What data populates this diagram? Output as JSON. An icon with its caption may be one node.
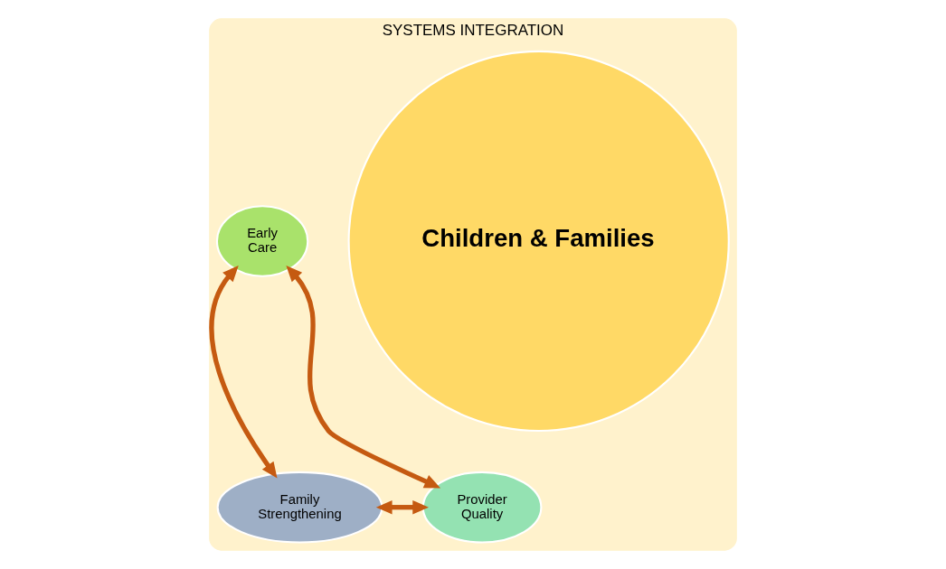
{
  "diagram": {
    "nodes": [
      {
        "text": [
          "SYSTEMS INTEGRATION"
        ]
      },
      {
        "text": [
          "Children & Families"
        ],
        "in": 0
      },
      {
        "text": [
          "Early Care"
        ],
        "in": 0
      },
      {
        "text": [
          "Family Strengthening"
        ],
        "in": 0
      },
      {
        "text": [
          "Provider Quality"
        ],
        "in": 0
      }
    ],
    "edges": [
      {
        "from": 2,
        "to": 3,
        "arrow": "both"
      },
      {
        "from": 2,
        "to": 4,
        "arrow": "both"
      },
      {
        "from": 3,
        "to": 4,
        "arrow": "both"
      }
    ]
  }
}
